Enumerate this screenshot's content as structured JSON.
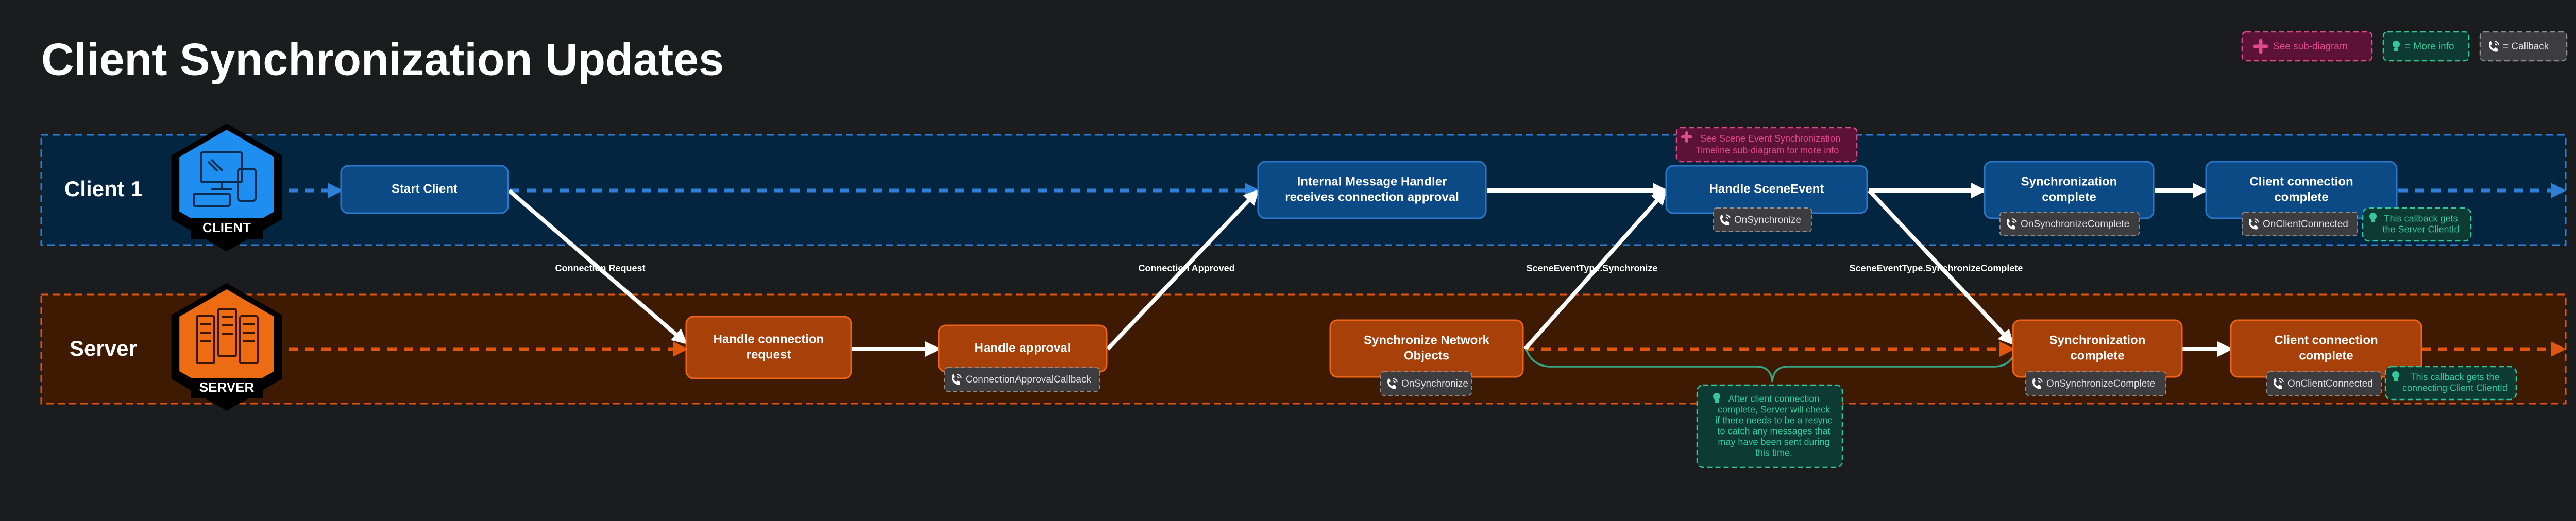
{
  "title": "Client Synchronization Updates",
  "legend": {
    "subdiagram": "See sub-diagram",
    "more_info": "= More info",
    "callback": "= Callback"
  },
  "colors": {
    "background": "#1b1c1e",
    "client_lane": "#04253f",
    "client_dash": "#2f7fd6",
    "client_node": "#0c4a86",
    "server_lane": "#3f1a02",
    "server_dash": "#e0560e",
    "server_node": "#a8400a",
    "callback_tag": "#3d3d3f",
    "info_tag": "#0d3a33",
    "info_text": "#33c79a",
    "sub_tag": "#5c1237",
    "sub_text": "#e04b8d",
    "connector": "#ffffff"
  },
  "lanes": {
    "client": {
      "label": "Client 1",
      "badge": "CLIENT",
      "icon": "client-device-icon"
    },
    "server": {
      "label": "Server",
      "badge": "SERVER",
      "icon": "server-rack-icon"
    }
  },
  "nodes": {
    "start_client": "Start Client",
    "handle_request": [
      "Handle connection",
      "request"
    ],
    "handle_approval": "Handle approval",
    "internal_handler": [
      "Internal Message Handler",
      "receives connection approval"
    ],
    "sync_network_objects": [
      "Synchronize Network",
      "Objects"
    ],
    "handle_scene_event": "Handle SceneEvent",
    "client_sync_complete": [
      "Synchronization",
      "complete"
    ],
    "server_sync_complete": [
      "Synchronization",
      "complete"
    ],
    "client_connection_complete": [
      "Client connection",
      "complete"
    ],
    "server_connection_complete": [
      "Client connection",
      "complete"
    ]
  },
  "edges": {
    "connection_request": "Connection Request",
    "connection_approved": "Connection Approved",
    "scene_synchronize": "SceneEventType.Synchronize",
    "scene_synchronize_complete": "SceneEventType.SynchronizeComplete"
  },
  "callbacks": {
    "connection_approval": "ConnectionApprovalCallback",
    "on_synchronize_server": "OnSynchronize",
    "on_synchronize_client": "OnSynchronize",
    "on_sync_complete_client": "OnSynchronizeComplete",
    "on_sync_complete_server": "OnSynchronizeComplete",
    "on_client_connected_client": "OnClientConnected",
    "on_client_connected_server": "OnClientConnected"
  },
  "notes": {
    "scene_event_subdiagram": [
      "See Scene Event Synchronization",
      "Timeline sub-diagram for more info"
    ],
    "client_callback_info": [
      "This callback gets",
      "the Server ClientId"
    ],
    "server_callback_info": [
      "This callback gets the",
      "connecting Client ClientId"
    ],
    "server_resync_info": [
      "After client connection",
      "complete, Server will check",
      "if there needs to be a resync",
      "to catch any messages that",
      "may have been sent during",
      "this time."
    ]
  }
}
